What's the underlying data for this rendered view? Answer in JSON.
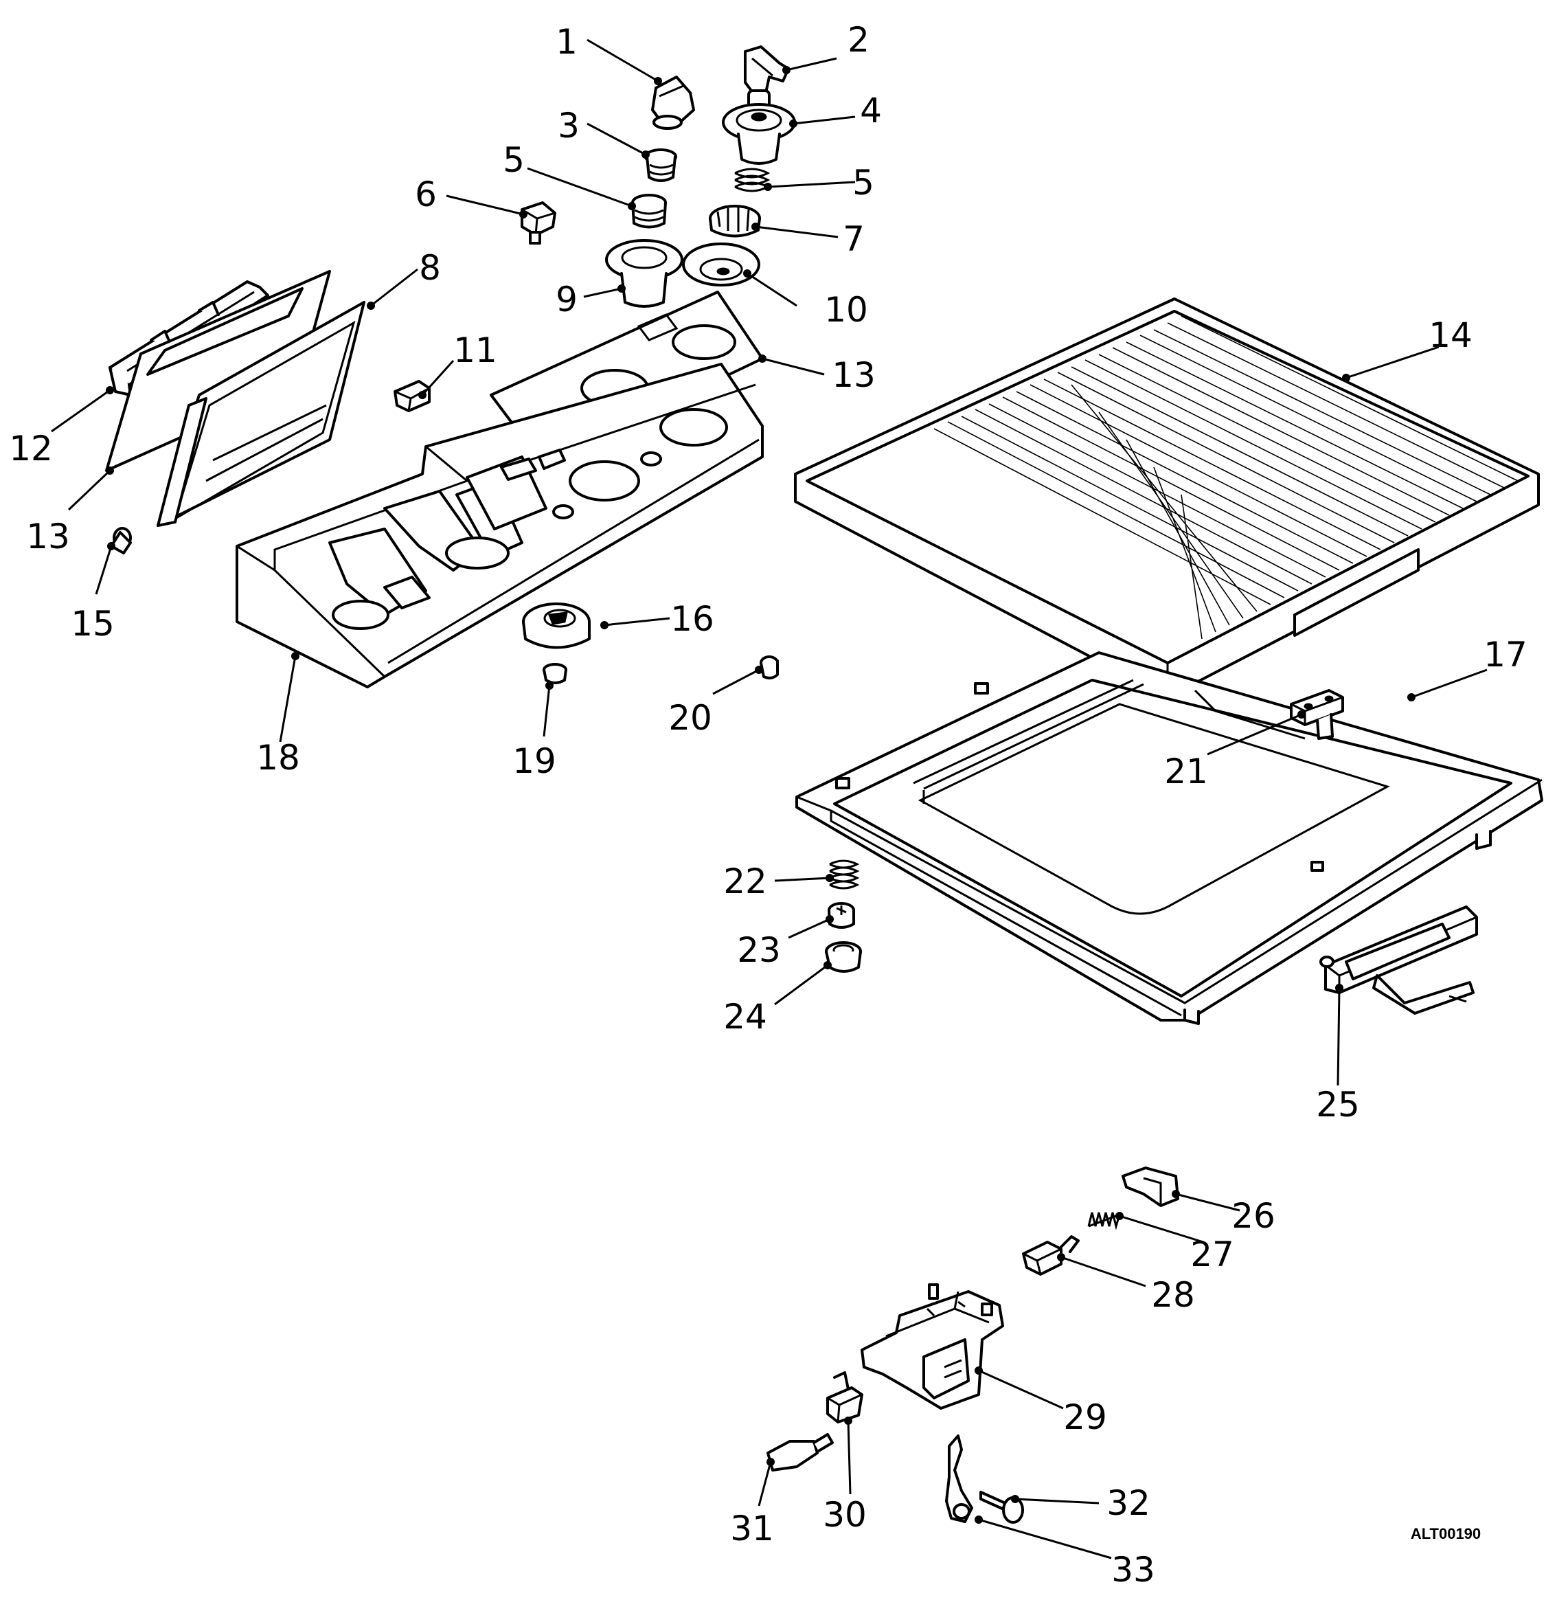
{
  "figure": {
    "reference_code": "ALT00190",
    "callouts": [
      {
        "id": "c1",
        "label": "1"
      },
      {
        "id": "c2",
        "label": "2"
      },
      {
        "id": "c3",
        "label": "3"
      },
      {
        "id": "c4",
        "label": "4"
      },
      {
        "id": "c5a",
        "label": "5"
      },
      {
        "id": "c5b",
        "label": "5"
      },
      {
        "id": "c6",
        "label": "6"
      },
      {
        "id": "c7",
        "label": "7"
      },
      {
        "id": "c8",
        "label": "8"
      },
      {
        "id": "c9",
        "label": "9"
      },
      {
        "id": "c10",
        "label": "10"
      },
      {
        "id": "c11",
        "label": "11"
      },
      {
        "id": "c12",
        "label": "12"
      },
      {
        "id": "c13a",
        "label": "13"
      },
      {
        "id": "c13b",
        "label": "13"
      },
      {
        "id": "c14",
        "label": "14"
      },
      {
        "id": "c15",
        "label": "15"
      },
      {
        "id": "c16",
        "label": "16"
      },
      {
        "id": "c17",
        "label": "17"
      },
      {
        "id": "c18",
        "label": "18"
      },
      {
        "id": "c19",
        "label": "19"
      },
      {
        "id": "c20",
        "label": "20"
      },
      {
        "id": "c21",
        "label": "21"
      },
      {
        "id": "c22",
        "label": "22"
      },
      {
        "id": "c23",
        "label": "23"
      },
      {
        "id": "c24",
        "label": "24"
      },
      {
        "id": "c25",
        "label": "25"
      },
      {
        "id": "c26",
        "label": "26"
      },
      {
        "id": "c27",
        "label": "27"
      },
      {
        "id": "c28",
        "label": "28"
      },
      {
        "id": "c29",
        "label": "29"
      },
      {
        "id": "c30",
        "label": "30"
      },
      {
        "id": "c31",
        "label": "31"
      },
      {
        "id": "c32",
        "label": "32"
      },
      {
        "id": "c33",
        "label": "33"
      }
    ]
  }
}
